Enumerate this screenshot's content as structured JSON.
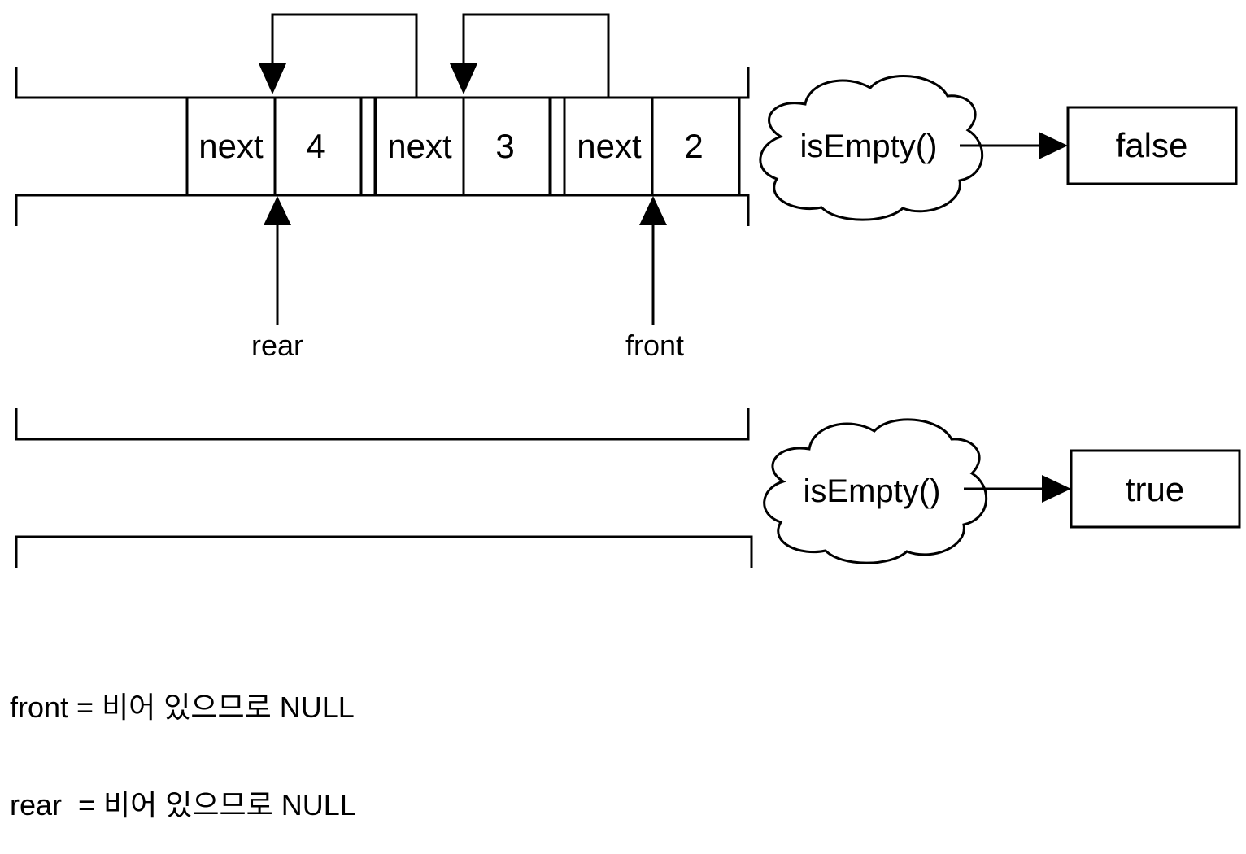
{
  "queue_nonempty": {
    "nodes": [
      {
        "next_label": "next",
        "value": "4"
      },
      {
        "next_label": "next",
        "value": "3"
      },
      {
        "next_label": "next",
        "value": "2"
      }
    ],
    "rear_label": "rear",
    "front_label": "front",
    "call_label": "isEmpty()",
    "result": "false"
  },
  "queue_empty": {
    "call_label": "isEmpty()",
    "result": "true"
  },
  "notes": [
    "front = 비어 있으므로 NULL",
    "rear  = 비어 있으므로 NULL"
  ]
}
